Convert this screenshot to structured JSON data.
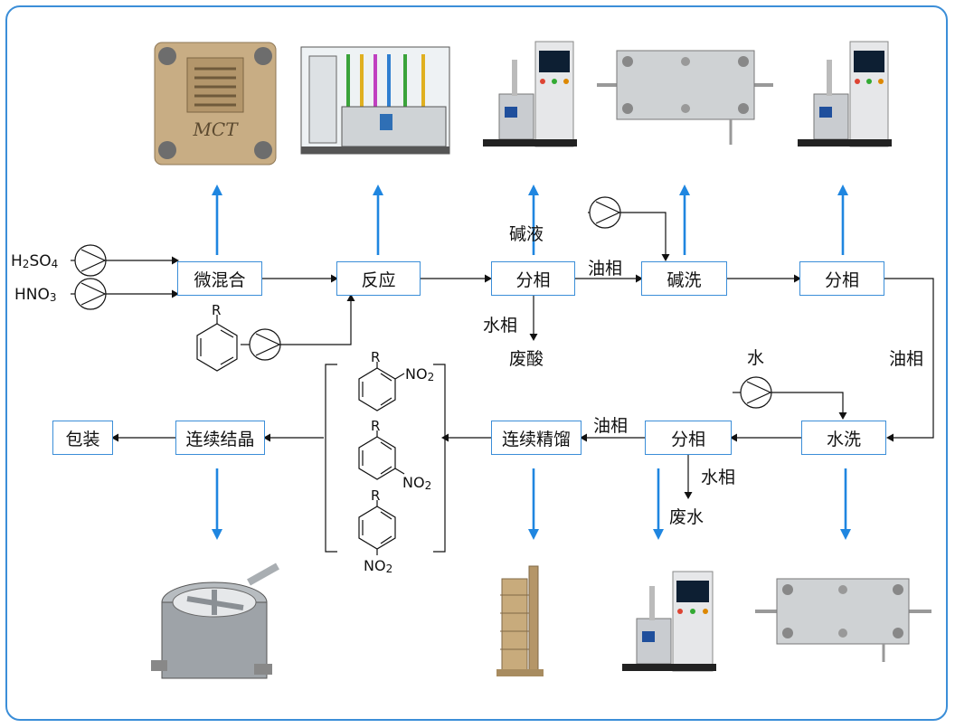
{
  "boxes": {
    "micromix": "微混合",
    "reaction": "反应",
    "sep1": "分相",
    "alkali_wash": "碱洗",
    "sep2": "分相",
    "water_wash": "水洗",
    "sep3": "分相",
    "distill": "连续精馏",
    "crystal": "连续结晶",
    "pack": "包装"
  },
  "labels": {
    "lye": "碱液",
    "oil1": "油相",
    "aq1": "水相",
    "waste_acid": "废酸",
    "oil2": "油相",
    "water_in": "水",
    "oil3": "油相",
    "aq2": "水相",
    "waste_water": "废水"
  },
  "chem": {
    "h2so4_a": "H",
    "h2so4_b": "2",
    "h2so4_c": "SO",
    "h2so4_d": "4",
    "hno3_a": "HNO",
    "hno3_b": "3",
    "r": "R",
    "no2_a": "NO",
    "no2_b": "2"
  },
  "equipment": {
    "mct_logo": "MCT"
  },
  "colors": {
    "border": "#3b8ed8",
    "arrow_blue": "#1f86e0",
    "line": "#111111"
  }
}
